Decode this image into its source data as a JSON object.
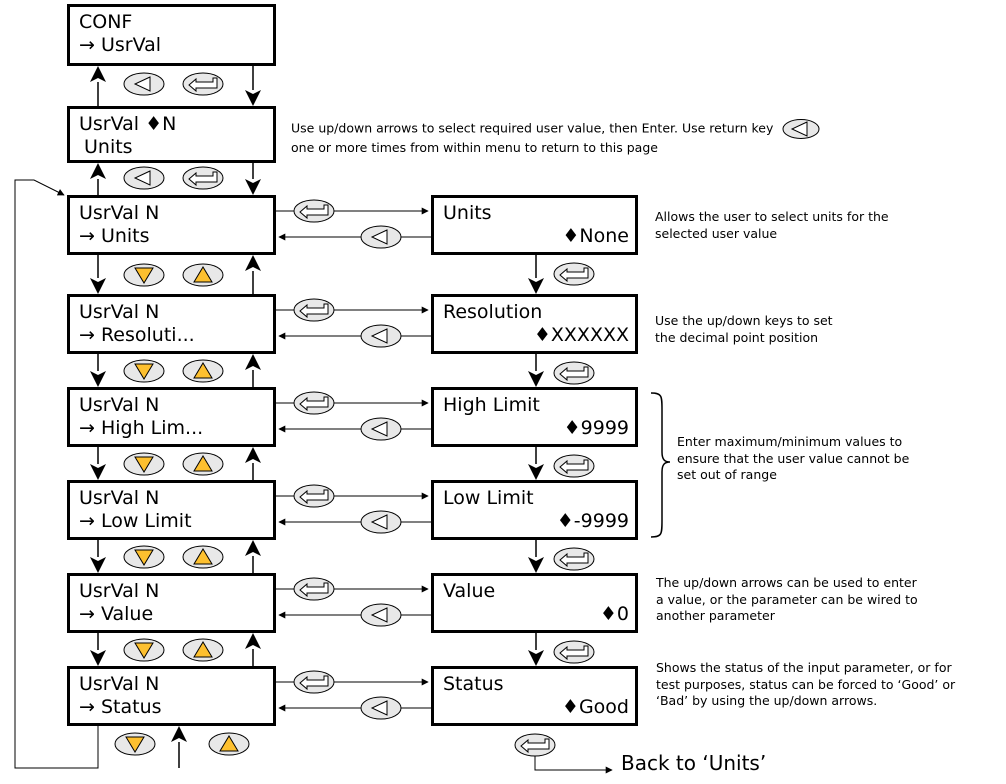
{
  "menu_boxes": [
    {
      "id": "conf",
      "line1": "CONF",
      "line2": "→ UsrVal"
    },
    {
      "id": "usrval-select",
      "line1": "UsrVal ♦N",
      "line2": "Units"
    },
    {
      "id": "units",
      "line1": "UsrVal N",
      "line2": "→ Units"
    },
    {
      "id": "resolution",
      "line1": "UsrVal N",
      "line2": "→ Resoluti..."
    },
    {
      "id": "high-limit",
      "line1": "UsrVal N",
      "line2": "→ High Lim..."
    },
    {
      "id": "low-limit",
      "line1": "UsrVal N",
      "line2": "→ Low Limit"
    },
    {
      "id": "value",
      "line1": "UsrVal N",
      "line2": "→ Value"
    },
    {
      "id": "status",
      "line1": "UsrVal N",
      "line2": "→ Status"
    }
  ],
  "param_boxes": [
    {
      "id": "units",
      "line1": "Units",
      "line2": "♦None"
    },
    {
      "id": "resolution",
      "line1": "Resolution",
      "line2": "♦XXXXXX"
    },
    {
      "id": "high-limit",
      "line1": "High Limit",
      "line2": "♦9999"
    },
    {
      "id": "low-limit",
      "line1": "Low Limit",
      "line2": "♦-9999"
    },
    {
      "id": "value",
      "line1": "Value",
      "line2": "♦0"
    },
    {
      "id": "status",
      "line1": "Status",
      "line2": "♦Good"
    }
  ],
  "notes": {
    "select": {
      "line1": "Use up/down arrows to select required user value, then Enter. Use return key",
      "line2": "one or more times from within menu to return to this page"
    },
    "units": [
      "Allows the user to select units for the",
      "selected user value"
    ],
    "resolution": [
      "Use the up/down keys to set",
      "the decimal point position"
    ],
    "limits": [
      "Enter maximum/minimum values to",
      "ensure that the user value cannot be",
      "set out of range"
    ],
    "value": [
      "The up/down arrows can be used to enter",
      "a value, or the parameter can be wired to",
      "another parameter"
    ],
    "status": [
      "Shows the status of the input parameter, or for",
      "test purposes, status can be forced to ‘Good’ or",
      "‘Bad’ by using the up/down arrows."
    ]
  },
  "back_label": "Back to ‘Units’",
  "colors": {
    "arrow_key_fill": "#FDC02F",
    "key_fill": "#DCDCDC",
    "line": "#000000"
  }
}
